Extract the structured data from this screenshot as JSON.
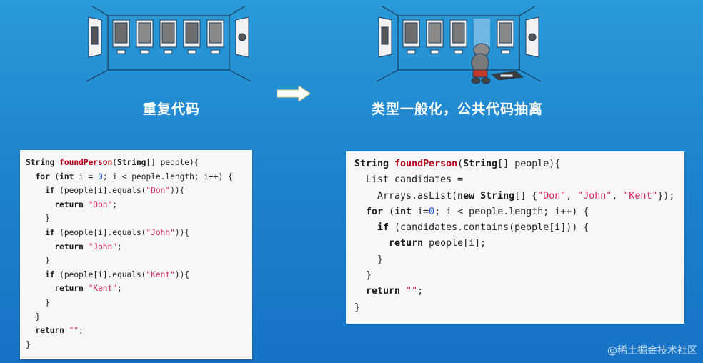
{
  "captions": {
    "left": "重复代码",
    "right": "类型一般化，公共代码抽离"
  },
  "arrow_icon": "right-arrow-icon",
  "code_left": [
    [
      {
        "t": "String ",
        "c": "kw"
      },
      {
        "t": "foundPerson",
        "c": "fn"
      },
      {
        "t": "(",
        "c": ""
      },
      {
        "t": "String",
        "c": "kw"
      },
      {
        "t": "[] people){",
        "c": ""
      }
    ],
    [
      {
        "t": "  ",
        "c": ""
      },
      {
        "t": "for",
        "c": "kw"
      },
      {
        "t": " (",
        "c": ""
      },
      {
        "t": "int",
        "c": "kw"
      },
      {
        "t": " i = ",
        "c": ""
      },
      {
        "t": "0",
        "c": "num"
      },
      {
        "t": "; i < people.length; i++) {",
        "c": ""
      }
    ],
    [
      {
        "t": "    ",
        "c": ""
      },
      {
        "t": "if",
        "c": "kw"
      },
      {
        "t": " (people[i].equals(",
        "c": ""
      },
      {
        "t": "\"Don\"",
        "c": "str"
      },
      {
        "t": ")){",
        "c": ""
      }
    ],
    [
      {
        "t": "      ",
        "c": ""
      },
      {
        "t": "return",
        "c": "kw"
      },
      {
        "t": " ",
        "c": ""
      },
      {
        "t": "\"Don\"",
        "c": "str"
      },
      {
        "t": ";",
        "c": ""
      }
    ],
    [
      {
        "t": "    }",
        "c": ""
      }
    ],
    [
      {
        "t": "    ",
        "c": ""
      },
      {
        "t": "if",
        "c": "kw"
      },
      {
        "t": " (people[i].equals(",
        "c": ""
      },
      {
        "t": "\"John\"",
        "c": "str"
      },
      {
        "t": ")){",
        "c": ""
      }
    ],
    [
      {
        "t": "      ",
        "c": ""
      },
      {
        "t": "return",
        "c": "kw"
      },
      {
        "t": " ",
        "c": ""
      },
      {
        "t": "\"John\"",
        "c": "str"
      },
      {
        "t": ";",
        "c": ""
      }
    ],
    [
      {
        "t": "    }",
        "c": ""
      }
    ],
    [
      {
        "t": "    ",
        "c": ""
      },
      {
        "t": "if",
        "c": "kw"
      },
      {
        "t": " (people[i].equals(",
        "c": ""
      },
      {
        "t": "\"Kent\"",
        "c": "str"
      },
      {
        "t": ")){",
        "c": ""
      }
    ],
    [
      {
        "t": "      ",
        "c": ""
      },
      {
        "t": "return",
        "c": "kw"
      },
      {
        "t": " ",
        "c": ""
      },
      {
        "t": "\"Kent\"",
        "c": "str"
      },
      {
        "t": ";",
        "c": ""
      }
    ],
    [
      {
        "t": "    }",
        "c": ""
      }
    ],
    [
      {
        "t": "  }",
        "c": ""
      }
    ],
    [
      {
        "t": "  ",
        "c": ""
      },
      {
        "t": "return",
        "c": "kw"
      },
      {
        "t": " ",
        "c": ""
      },
      {
        "t": "\"\"",
        "c": "str"
      },
      {
        "t": ";",
        "c": ""
      }
    ],
    [
      {
        "t": "}",
        "c": ""
      }
    ]
  ],
  "code_right": [
    [
      {
        "t": "String ",
        "c": "kw"
      },
      {
        "t": "foundPerson",
        "c": "fn"
      },
      {
        "t": "(",
        "c": ""
      },
      {
        "t": "String",
        "c": "kw"
      },
      {
        "t": "[] people){",
        "c": ""
      }
    ],
    [
      {
        "t": "  List candidates =",
        "c": ""
      }
    ],
    [
      {
        "t": "    Arrays.asList(",
        "c": ""
      },
      {
        "t": "new",
        "c": "kw"
      },
      {
        "t": " ",
        "c": ""
      },
      {
        "t": "String",
        "c": "kw"
      },
      {
        "t": "[] {",
        "c": ""
      },
      {
        "t": "\"Don\"",
        "c": "str"
      },
      {
        "t": ", ",
        "c": ""
      },
      {
        "t": "\"John\"",
        "c": "str"
      },
      {
        "t": ", ",
        "c": ""
      },
      {
        "t": "\"Kent\"",
        "c": "str"
      },
      {
        "t": "});",
        "c": ""
      }
    ],
    [
      {
        "t": "  ",
        "c": ""
      },
      {
        "t": "for",
        "c": "kw"
      },
      {
        "t": " (",
        "c": ""
      },
      {
        "t": "int",
        "c": "kw"
      },
      {
        "t": " i=",
        "c": ""
      },
      {
        "t": "0",
        "c": "num"
      },
      {
        "t": "; i < people.length; i++) {",
        "c": ""
      }
    ],
    [
      {
        "t": "    ",
        "c": ""
      },
      {
        "t": "if",
        "c": "kw"
      },
      {
        "t": " (candidates.contains(people[i])) {",
        "c": ""
      }
    ],
    [
      {
        "t": "      ",
        "c": ""
      },
      {
        "t": "return",
        "c": "kw"
      },
      {
        "t": " people[i];",
        "c": ""
      }
    ],
    [
      {
        "t": "    }",
        "c": ""
      }
    ],
    [
      {
        "t": "  }",
        "c": ""
      }
    ],
    [
      {
        "t": "  ",
        "c": ""
      },
      {
        "t": "return",
        "c": "kw"
      },
      {
        "t": " ",
        "c": ""
      },
      {
        "t": "\"\"",
        "c": "str"
      },
      {
        "t": ";",
        "c": ""
      }
    ],
    [
      {
        "t": "}",
        "c": ""
      }
    ]
  ],
  "watermark": "@稀土掘金技术社区",
  "colors": {
    "keyword": "#1a1a1a",
    "function": "#b3001b",
    "string": "#d6245e",
    "number": "#1c5bd9"
  }
}
